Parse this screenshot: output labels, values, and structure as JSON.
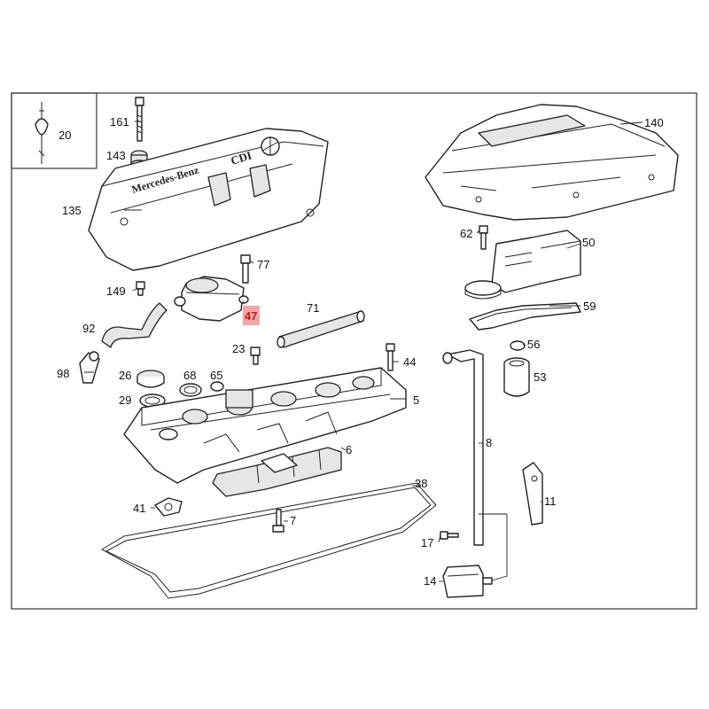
{
  "diagram": {
    "highlight_color": "#f4a6a6",
    "highlight_text_color": "#c01818",
    "callouts": {
      "c20": "20",
      "c161": "161",
      "c143": "143",
      "c135": "135",
      "c140": "140",
      "c62": "62",
      "c50": "50",
      "c77": "77",
      "c149": "149",
      "c47": "47",
      "c71": "71",
      "c59": "59",
      "c92": "92",
      "c56": "56",
      "c23": "23",
      "c44": "44",
      "c98": "98",
      "c26": "26",
      "c68": "68",
      "c65": "65",
      "c53": "53",
      "c29": "29",
      "c5": "5",
      "c8": "8",
      "c6": "6",
      "c38": "38",
      "c11": "11",
      "c41": "41",
      "c7": "7",
      "c17": "17",
      "c14": "14"
    },
    "stamped_text": {
      "cover_brand": "Mercedes-Benz",
      "cover_model": "CDI"
    }
  }
}
